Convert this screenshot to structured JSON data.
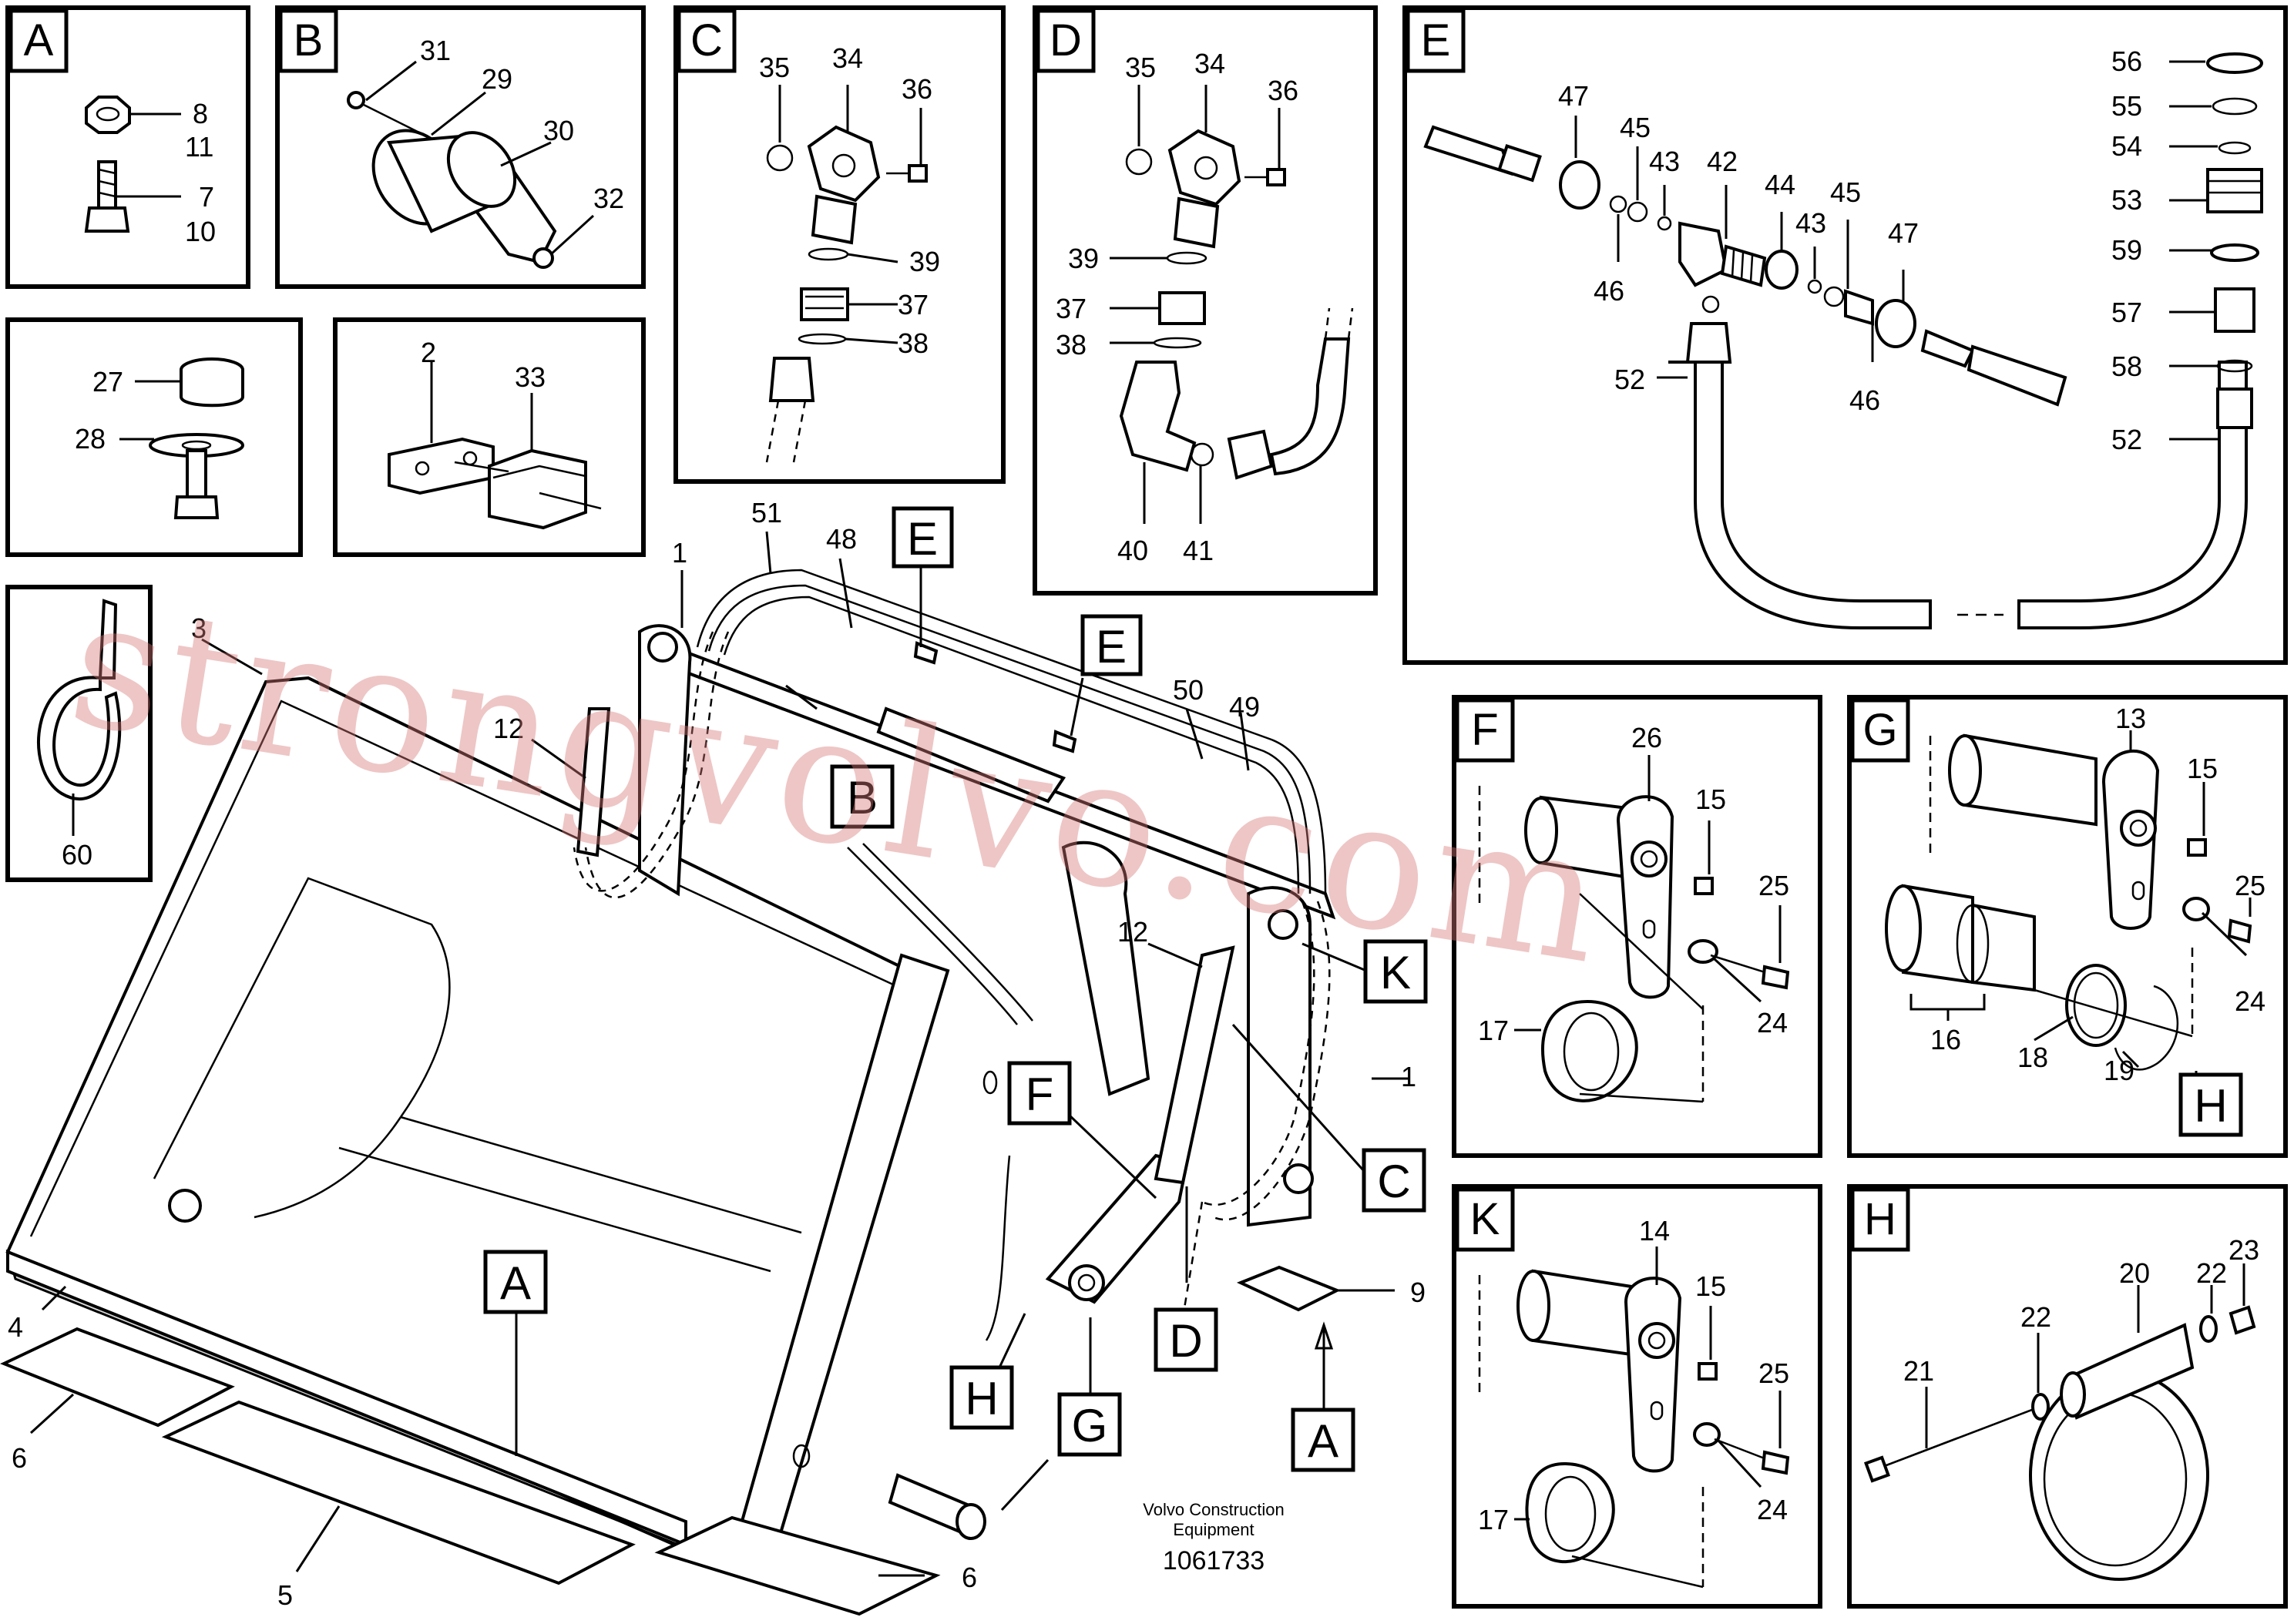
{
  "panels": {
    "A": {
      "letter": "A",
      "labels": {
        "p8": "8",
        "p11": "11",
        "p7": "7",
        "p10": "10"
      }
    },
    "B": {
      "letter": "B",
      "labels": {
        "p31": "31",
        "p29": "29",
        "p30": "30",
        "p32": "32"
      }
    },
    "C": {
      "letter": "C",
      "labels": {
        "p35": "35",
        "p34": "34",
        "p36": "36",
        "p39": "39",
        "p37": "37",
        "p38": "38"
      }
    },
    "D": {
      "letter": "D",
      "labels": {
        "p35": "35",
        "p34": "34",
        "p36": "36",
        "p39": "39",
        "p37": "37",
        "p38": "38",
        "p40": "40",
        "p41": "41"
      }
    },
    "E": {
      "letter": "E",
      "labels": {
        "p47a": "47",
        "p45a": "45",
        "p43a": "43",
        "p42": "42",
        "p44": "44",
        "p43b": "43",
        "p45b": "45",
        "p47b": "47",
        "p46a": "46",
        "p46b": "46",
        "p52a": "52",
        "p56": "56",
        "p55": "55",
        "p54": "54",
        "p53": "53",
        "p59": "59",
        "p57": "57",
        "p58": "58",
        "p52b": "52"
      }
    },
    "P27": {
      "labels": {
        "p27": "27",
        "p28": "28"
      }
    },
    "P2": {
      "labels": {
        "p2": "2",
        "p33": "33"
      }
    },
    "P60": {
      "labels": {
        "p60": "60"
      }
    },
    "F": {
      "letter": "F",
      "labels": {
        "p26": "26",
        "p15": "15",
        "p25": "25",
        "p17": "17",
        "p24": "24"
      }
    },
    "G": {
      "letter": "G",
      "labels": {
        "p13": "13",
        "p15": "15",
        "p25": "25",
        "p16": "16",
        "p18": "18",
        "p19": "19",
        "p24": "24",
        "h": "H"
      }
    },
    "K": {
      "letter": "K",
      "labels": {
        "p14": "14",
        "p15": "15",
        "p25": "25",
        "p17": "17",
        "p24": "24"
      }
    },
    "H": {
      "letter": "H",
      "labels": {
        "p20": "20",
        "p22a": "22",
        "p23": "23",
        "p21": "21",
        "p22b": "22"
      }
    }
  },
  "main": {
    "labels": {
      "p3": "3",
      "p12a": "12",
      "p1a": "1",
      "p51": "51",
      "p48": "48",
      "p50": "50",
      "p49": "49",
      "p12b": "12",
      "p1b": "1",
      "p4": "4",
      "p6a": "6",
      "p5": "5",
      "p6b": "6",
      "p9": "9"
    },
    "callouts": {
      "E1": "E",
      "E2": "E",
      "B": "B",
      "K": "K",
      "F": "F",
      "C": "C",
      "A1": "A",
      "A2": "A",
      "D": "D",
      "H": "H",
      "G": "G"
    }
  },
  "caption": {
    "line1": "Volvo Construction",
    "line2": "Equipment",
    "number": "1061733"
  },
  "watermark": "strongvolvo.com"
}
